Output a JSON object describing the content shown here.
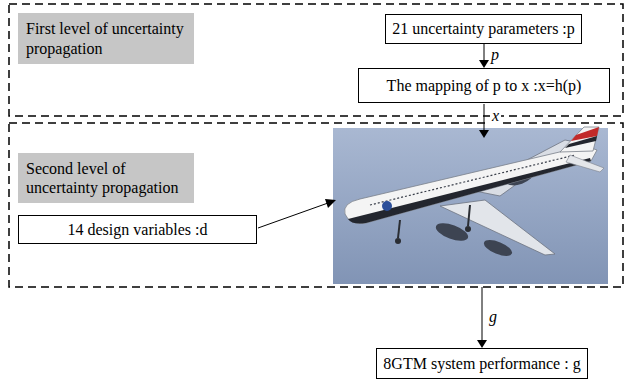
{
  "diagram": {
    "nodes": [
      {
        "text": []
      },
      {
        "text": [
          "First level of uncertainty propagation"
        ],
        "in": 0
      },
      {
        "text": [
          "21 uncertainty parameters :p"
        ],
        "in": 0
      },
      {
        "text": [
          "The mapping of p to x :x=h(p)"
        ],
        "in": 0
      },
      {
        "text": []
      },
      {
        "text": [
          "Second level of uncertainty propagation"
        ],
        "in": 4
      },
      {
        "text": [
          "14 design variables :d"
        ],
        "in": 4
      },
      {
        "text": [
          "8GTM system performance : g"
        ]
      }
    ],
    "edges": [
      {
        "from": 2,
        "to": 3,
        "label": "p",
        "arrow": "to"
      },
      {
        "from": 4,
        "to": 7,
        "label": "g",
        "arrow": "to"
      }
    ],
    "labels": [
      "x"
    ]
  }
}
